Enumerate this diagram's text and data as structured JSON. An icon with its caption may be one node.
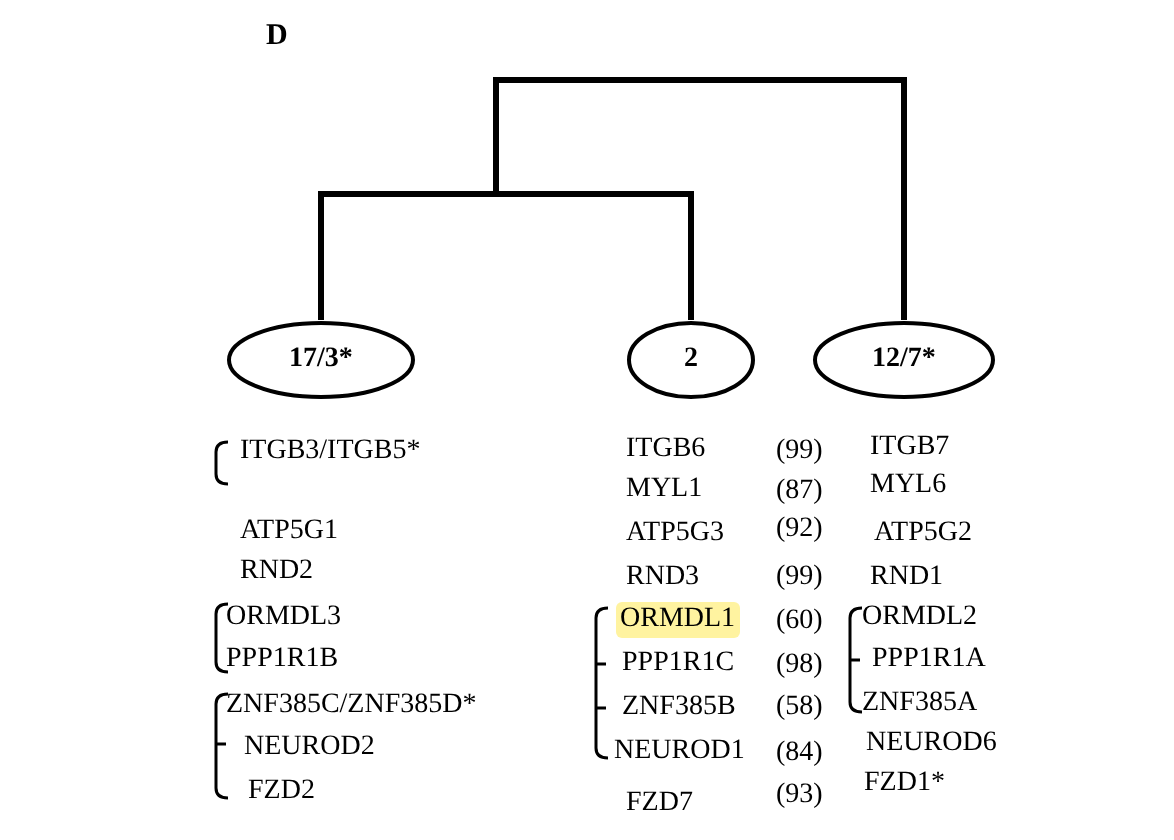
{
  "diagram": {
    "nodes": [
      {
        "text": [
          "17/3*"
        ]
      },
      {
        "text": [
          "2"
        ]
      },
      {
        "text": [
          "12/7*"
        ]
      }
    ],
    "edges": [
      {
        "from": 0,
        "to": 2,
        "arrow": "none"
      },
      {
        "from": 1,
        "to": 2,
        "arrow": "none"
      }
    ],
    "labels": [
      "D",
      "ITGB3/ITGB5*",
      "ITGB6",
      "(99)",
      "ITGB7",
      "MYL1",
      "(87)",
      "MYL6",
      "ATP5G1",
      "ATP5G3",
      "(92)",
      "ATP5G2",
      "RND2",
      "RND3",
      "(99)",
      "RND1",
      "ORMDL3",
      "ORMDL1",
      "(60)",
      "ORMDL2",
      "PPP1R1B",
      "PPP1R1C",
      "(98)",
      "PPP1R1A",
      "ZNF385C/ZNF385D*",
      "ZNF385B",
      "(58)",
      "ZNF385A",
      "NEUROD2",
      "NEUROD1",
      "(84)",
      "NEUROD6",
      "FZD2",
      "(93)",
      "FZD1*",
      "FZD7"
    ]
  }
}
